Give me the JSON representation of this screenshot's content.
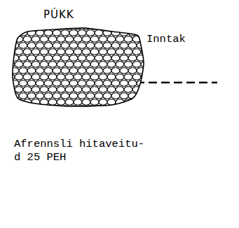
{
  "diagram": {
    "nodes": [
      {
        "text": [
          "PÚKK"
        ]
      }
    ],
    "labels": [
      "Inntak",
      "Afrennsli hitaveitu- d 25 PEH"
    ]
  }
}
